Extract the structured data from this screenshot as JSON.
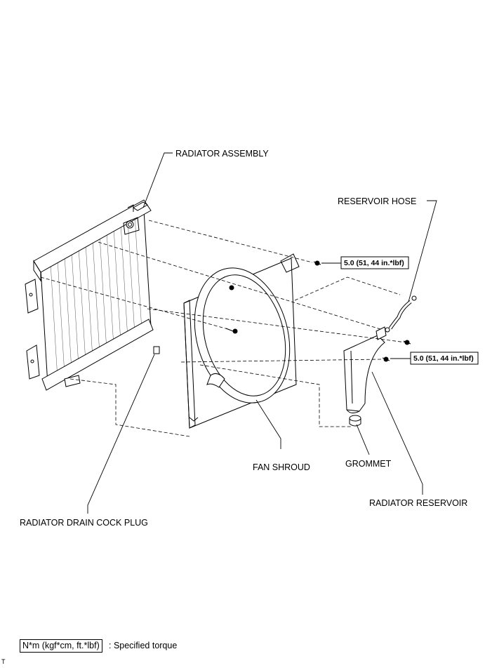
{
  "labels": {
    "radiator_assembly": "RADIATOR ASSEMBLY",
    "reservoir_hose": "RESERVOIR HOSE",
    "fan_shroud": "FAN SHROUD",
    "grommet": "GROMMET",
    "radiator_reservoir": "RADIATOR RESERVOIR",
    "radiator_drain_cock_plug": "RADIATOR DRAIN COCK PLUG"
  },
  "torques": {
    "upper": "5.0 (51, 44 in.*lbf)",
    "lower": "5.0 (51, 44 in.*lbf)"
  },
  "legend": {
    "unit_box": "N*m (kgf*cm, ft.*lbf)",
    "description": ": Specified torque"
  },
  "corner_mark": "T"
}
